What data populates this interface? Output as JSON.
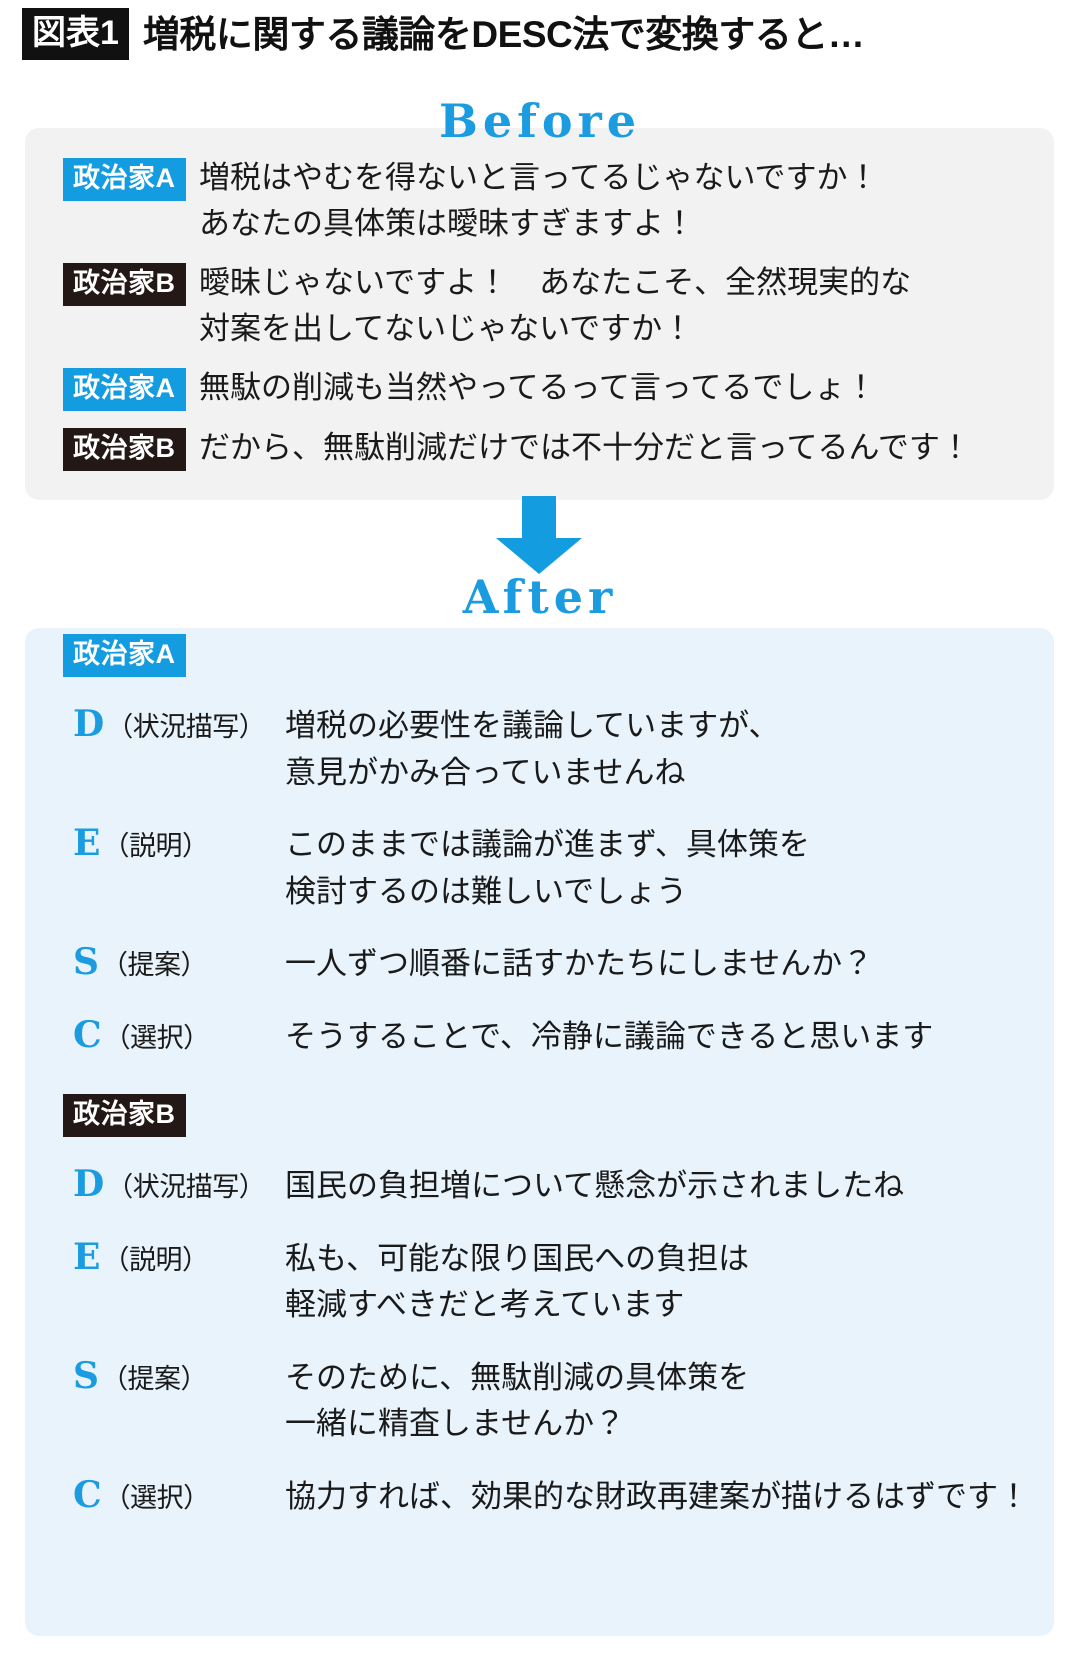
{
  "title": {
    "badge": "図表1",
    "text": "増税に関する議論をDESC法で変換すると…"
  },
  "colors": {
    "accent_blue": "#139CDF",
    "heading_blue": "#1B9BE0",
    "badge_dark": "#231815",
    "before_bg": "#F2F2F2",
    "after_bg": "#E8F3FB",
    "title_badge_bg": "#111111"
  },
  "arrow": {
    "icon": "arrow-down-icon",
    "color": "#139CDF"
  },
  "before": {
    "heading": "Before",
    "rows": [
      {
        "speaker": "政治家A",
        "speaker_style": "blue",
        "lines": [
          "増税はやむを得ないと言ってるじゃないですか！",
          "あなたの具体策は曖昧すぎますよ！"
        ]
      },
      {
        "speaker": "政治家B",
        "speaker_style": "dark",
        "lines": [
          "曖昧じゃないですよ！　あなたこそ、全然現実的な",
          "対案を出してないじゃないですか！"
        ]
      },
      {
        "speaker": "政治家A",
        "speaker_style": "blue",
        "lines": [
          "無駄の削減も当然やってるって言ってるでしょ！"
        ]
      },
      {
        "speaker": "政治家B",
        "speaker_style": "dark",
        "lines": [
          "だから、無駄削減だけでは不十分だと言ってるんです！"
        ]
      }
    ]
  },
  "after": {
    "heading": "After",
    "groups": [
      {
        "speaker": "政治家A",
        "speaker_style": "blue",
        "items": [
          {
            "letter": "D",
            "paren": "（状況描写）",
            "lines": [
              "増税の必要性を議論していますが、",
              "意見がかみ合っていませんね"
            ]
          },
          {
            "letter": "E",
            "paren": "（説明）",
            "lines": [
              "このままでは議論が進まず、具体策を",
              "検討するのは難しいでしょう"
            ]
          },
          {
            "letter": "S",
            "paren": "（提案）",
            "lines": [
              "一人ずつ順番に話すかたちにしませんか？"
            ]
          },
          {
            "letter": "C",
            "paren": "（選択）",
            "lines": [
              "そうすることで、冷静に議論できると思います"
            ]
          }
        ]
      },
      {
        "speaker": "政治家B",
        "speaker_style": "dark",
        "items": [
          {
            "letter": "D",
            "paren": "（状況描写）",
            "lines": [
              "国民の負担増について懸念が示されましたね"
            ]
          },
          {
            "letter": "E",
            "paren": "（説明）",
            "lines": [
              "私も、可能な限り国民への負担は",
              "軽減すべきだと考えています"
            ]
          },
          {
            "letter": "S",
            "paren": "（提案）",
            "lines": [
              "そのために、無駄削減の具体策を",
              "一緒に精査しませんか？"
            ]
          },
          {
            "letter": "C",
            "paren": "（選択）",
            "lines": [
              "協力すれば、効果的な財政再建案が描けるはずです！"
            ]
          }
        ]
      }
    ]
  }
}
